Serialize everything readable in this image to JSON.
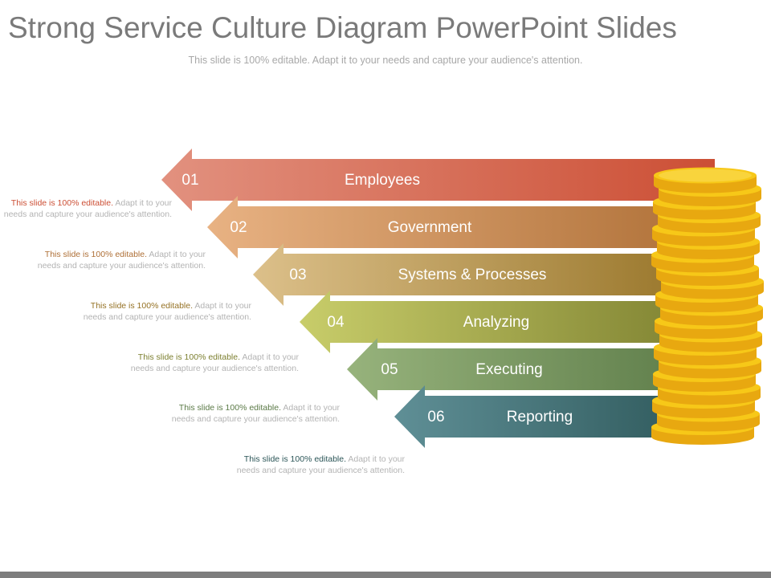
{
  "title": "Strong Service Culture Diagram PowerPoint Slides",
  "subtitle": "This slide is 100% editable. Adapt it to your needs and capture your audience's attention.",
  "steps": [
    {
      "number": "01",
      "label": "Employees",
      "desc_highlight": "This slide is 100% editable.",
      "desc_rest": " Adapt it to your needs and capture your audience's attention.",
      "color_light": "#e2917f",
      "color_dark": "#cc4f35"
    },
    {
      "number": "02",
      "label": "Government",
      "desc_highlight": "This slide is 100% editable.",
      "desc_rest": " Adapt it to your needs and capture your audience's attention.",
      "color_light": "#e8b283",
      "color_dark": "#ae6f36"
    },
    {
      "number": "03",
      "label": "Systems & Processes",
      "desc_highlight": "This slide is 100% editable.",
      "desc_rest": " Adapt it to your needs and capture your audience's attention.",
      "color_light": "#dcc08a",
      "color_dark": "#957225"
    },
    {
      "number": "04",
      "label": "Analyzing",
      "desc_highlight": "This slide is 100% editable.",
      "desc_rest": " Adapt it to your needs and capture your audience's attention.",
      "color_light": "#c8cd6a",
      "color_dark": "#7c7f2f"
    },
    {
      "number": "05",
      "label": "Executing",
      "desc_highlight": "This slide is 100% editable.",
      "desc_rest": " Adapt it to your needs and capture your audience's attention.",
      "color_light": "#97b37c",
      "color_dark": "#5b7a47"
    },
    {
      "number": "06",
      "label": "Reporting",
      "desc_highlight": "This slide is 100% editable.",
      "desc_rest": " Adapt it to your needs and capture your audience's attention.",
      "color_light": "#5f8f96",
      "color_dark": "#2c5658"
    }
  ],
  "coin_color": "#f7c818",
  "coin_edge_color": "#e8a810"
}
